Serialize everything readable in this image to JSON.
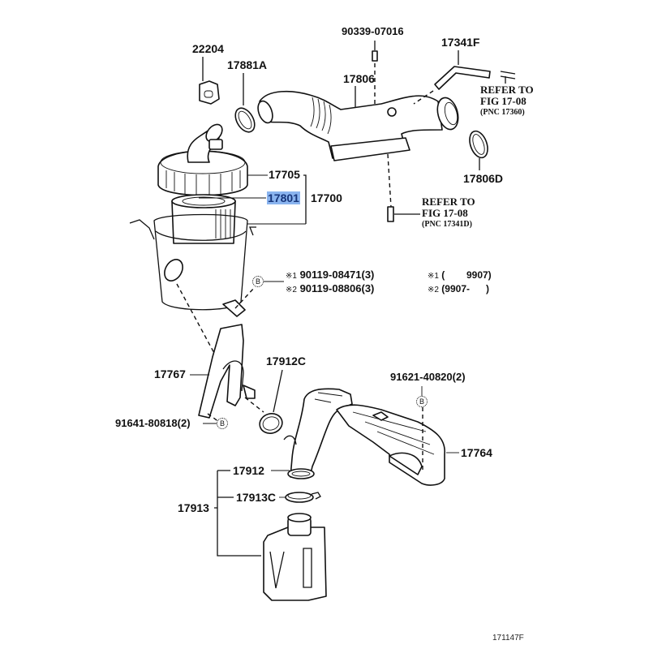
{
  "figure_code": "171147F",
  "highlight_color": "#8ab4ef",
  "parts": {
    "p22204": "22204",
    "p17881A": "17881A",
    "p90339": "90339-07016",
    "p17806": "17806",
    "p17341F": "17341F",
    "p17806D": "17806D",
    "p17705": "17705",
    "p17801": "17801",
    "p17700": "17700",
    "p17767": "17767",
    "p17912C": "17912C",
    "p91641": "91641-80818(2)",
    "p91621": "91621-40820(2)",
    "p17764": "17764",
    "p17912": "17912",
    "p17913C": "17913C",
    "p17913": "17913"
  },
  "refs": [
    {
      "line1": "REFER TO",
      "line2": "FIG 17-08",
      "pnc": "(PNC 17360)"
    },
    {
      "line1": "REFER TO",
      "line2": "FIG 17-08",
      "pnc": "(PNC 17341D)"
    }
  ],
  "bolts": {
    "b1_mark": "※1",
    "b1_part": "90119-08471(3)",
    "b2_mark": "※2",
    "b2_part": "90119-08806(3)",
    "callout": "B"
  },
  "notes": {
    "n1_mark": "※1",
    "n1_range": "(        9907)",
    "n2_mark": "※2",
    "n2_range": "(9907-      )"
  }
}
